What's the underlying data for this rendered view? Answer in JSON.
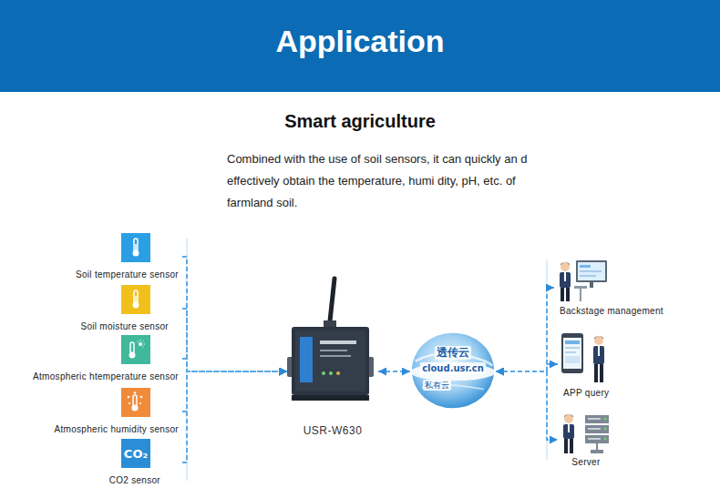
{
  "diagram": {
    "title": "Application",
    "nodes": [
      {
        "text": [
          "Soil temperature sensor"
        ]
      },
      {
        "text": [
          "Soil moisture sensor"
        ]
      },
      {
        "text": [
          "Atmospheric htemperature sensor"
        ]
      },
      {
        "text": [
          "Atmospheric humidity sensor"
        ]
      },
      {
        "text": [
          "CO₂",
          "CO2 sensor"
        ]
      },
      {
        "text": [
          "USR-W630"
        ]
      },
      {
        "text": [
          "透传云",
          "cloud.usr.cn",
          "私有云"
        ]
      },
      {
        "text": [
          "Backstage management"
        ]
      },
      {
        "text": [
          "APP query"
        ]
      },
      {
        "text": [
          "Server"
        ]
      }
    ],
    "edges": [
      {
        "from": 0,
        "to": 5,
        "arrow": "to"
      },
      {
        "from": 1,
        "to": 5,
        "arrow": "to"
      },
      {
        "from": 2,
        "to": 5,
        "arrow": "to"
      },
      {
        "from": 3,
        "to": 5,
        "arrow": "to"
      },
      {
        "from": 4,
        "to": 5,
        "arrow": "to"
      },
      {
        "from": 5,
        "to": 6,
        "arrow": "both"
      },
      {
        "from": 6,
        "to": 7,
        "arrow": "both"
      },
      {
        "from": 6,
        "to": 8,
        "arrow": "both"
      },
      {
        "from": 6,
        "to": 9,
        "arrow": "both"
      }
    ],
    "labels": [
      "Smart agriculture",
      "Combined with the use of soil sensors, it can quickly an d effectively obtain the temperature, humi dity, pH, etc. of farmland soil."
    ]
  }
}
